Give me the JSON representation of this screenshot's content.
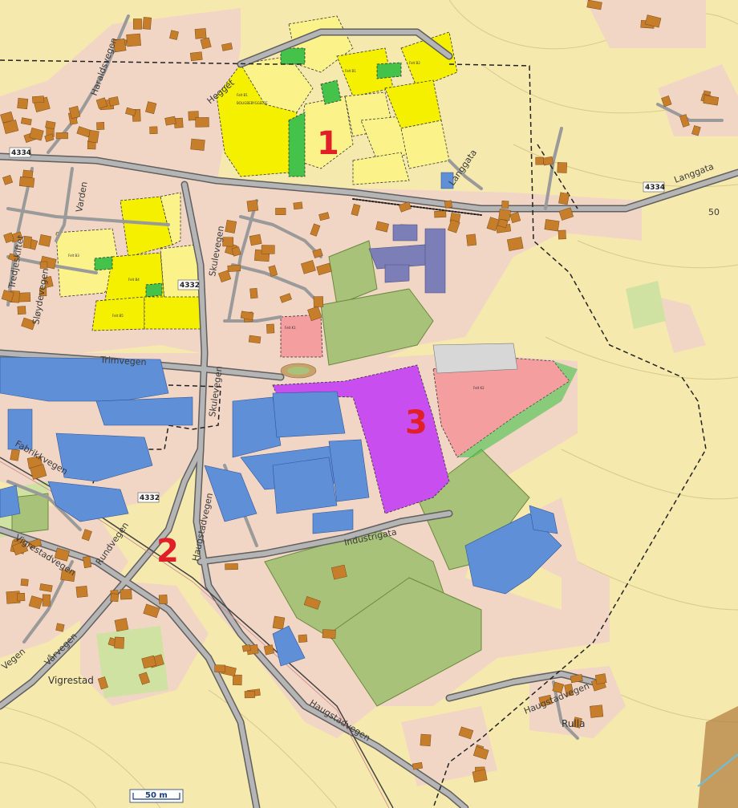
{
  "map": {
    "colors": {
      "agricultural": "#f6e9ad",
      "built_area": "#f1d6c6",
      "road": "#8f8f8f",
      "road_casing": "#5f5f5f",
      "building_house": "#c67e2a",
      "building_industry": "#5f8fd6",
      "building_school": "#7c7fb7",
      "sports_field": "#a9c27a",
      "green_area": "#44c24a",
      "residential_zone": "#fbf38a",
      "residential_zone_strong": "#f4f000",
      "commercial_zone": "#f59ea0",
      "mixed_zone": "#c84ef0",
      "plan_boundary": "#222222",
      "area_number": "#e01f26",
      "forest_path": "#9ea89a"
    },
    "area_numbers": [
      "1",
      "2",
      "3"
    ],
    "route_numbers": [
      "4334",
      "4332",
      "4334",
      "4332"
    ],
    "road_names": [
      "Langgata",
      "Langgata",
      "Trimvegen",
      "Skulevegen",
      "Skulevegen",
      "Industrigata",
      "Haugstadvegen",
      "Haugstadvegen",
      "Haugstadvegen",
      "Fabrikkvegen",
      "Vigrestadvegen",
      "Rundvegen",
      "Vårvegen",
      "Varden",
      "Tredjeskiftet",
      "Haraldsvegen",
      "Sløydevegen",
      "Hegget",
      "Vegen"
    ],
    "place_names": [
      "Vigrestad",
      "Rulla"
    ],
    "scale_bar_label": "50 m",
    "contour_label": "50",
    "plot_notes": [
      "Felt B1",
      "BOLIGBEBYGGELSE",
      "Felt B1",
      "Felt B2",
      "Felt B3",
      "Felt B4",
      "Felt B5",
      "Felt K1",
      "Felt K2"
    ]
  }
}
